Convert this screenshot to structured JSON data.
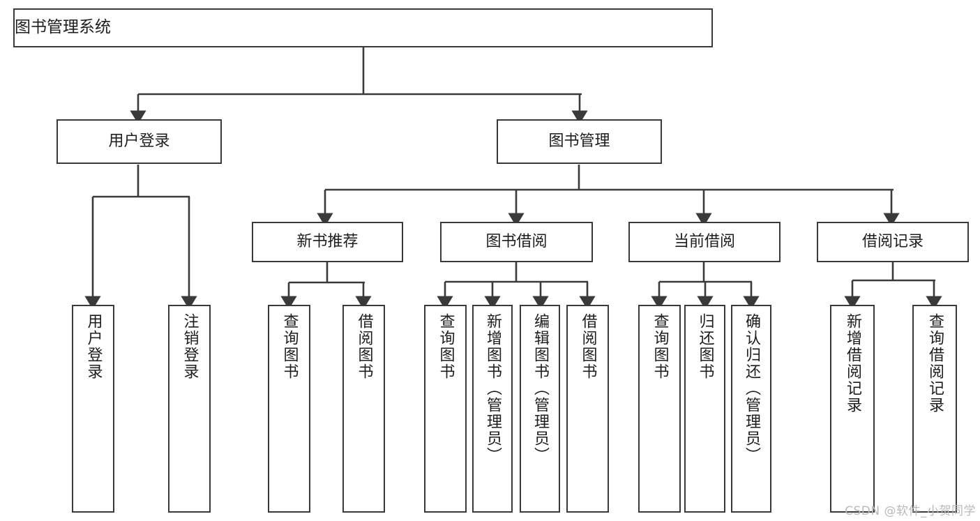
{
  "diagram": {
    "title": "图书管理系统",
    "watermark": "CSDN @软件_小贺同学",
    "nodes": {
      "root": {
        "label": "图书管理系统"
      },
      "level1": [
        {
          "id": "user-login",
          "label": "用户登录"
        },
        {
          "id": "book-manage",
          "label": "图书管理"
        }
      ],
      "level2": [
        {
          "id": "new-book-recommend",
          "label": "新书推荐"
        },
        {
          "id": "book-borrow",
          "label": "图书借阅"
        },
        {
          "id": "current-borrow",
          "label": "当前借阅"
        },
        {
          "id": "borrow-record",
          "label": "借阅记录"
        }
      ],
      "leaves": {
        "user-login": [
          {
            "id": "leaf-user-login",
            "label": "用户登录"
          },
          {
            "id": "leaf-logout-login",
            "label": "注销登录"
          }
        ],
        "new-book-recommend": [
          {
            "id": "leaf-query-book-1",
            "label": "查询图书"
          },
          {
            "id": "leaf-borrow-book-1",
            "label": "借阅图书"
          }
        ],
        "book-borrow": [
          {
            "id": "leaf-query-book-2",
            "label": "查询图书"
          },
          {
            "id": "leaf-add-book",
            "label": "新增图书（管理员）"
          },
          {
            "id": "leaf-edit-book",
            "label": "编辑图书（管理员）"
          },
          {
            "id": "leaf-borrow-book-2",
            "label": "借阅图书"
          }
        ],
        "current-borrow": [
          {
            "id": "leaf-query-book-3",
            "label": "查询图书"
          },
          {
            "id": "leaf-return-book",
            "label": "归还图书"
          },
          {
            "id": "leaf-confirm-return",
            "label": "确认归还（管理员）"
          }
        ],
        "borrow-record": [
          {
            "id": "leaf-add-record",
            "label": "新增借阅记录"
          },
          {
            "id": "leaf-query-record",
            "label": "查询借阅记录"
          }
        ]
      }
    },
    "colors": {
      "stroke": "#3a3a3a",
      "fill": "#ffffff",
      "text": "#1d1d1d",
      "watermark": "#b9b9b9"
    }
  }
}
